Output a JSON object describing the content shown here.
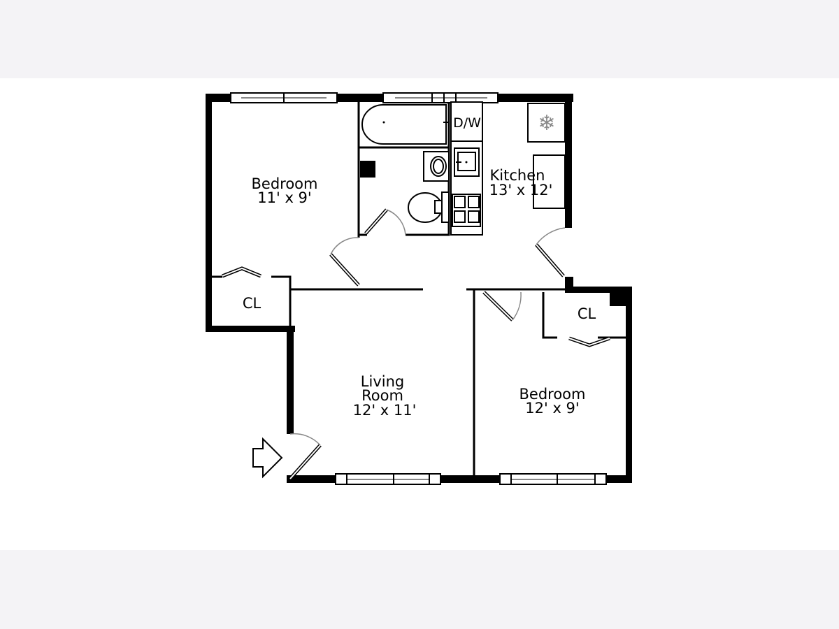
{
  "floorplan": {
    "rooms": [
      {
        "name": "Bedroom",
        "size": "11' x 9'"
      },
      {
        "name": "Kitchen",
        "size": "13' x 12'"
      },
      {
        "name": "Living Room",
        "name_line1": "Living",
        "name_line2": "Room",
        "size": "12' x 11'"
      },
      {
        "name": "Bedroom",
        "size": "12' x 9'"
      }
    ],
    "closets": [
      "CL",
      "CL"
    ],
    "appliance_label": "D/W",
    "colors": {
      "wall": "#000000",
      "background": "#ffffff",
      "margin": "#f4f3f6"
    }
  }
}
